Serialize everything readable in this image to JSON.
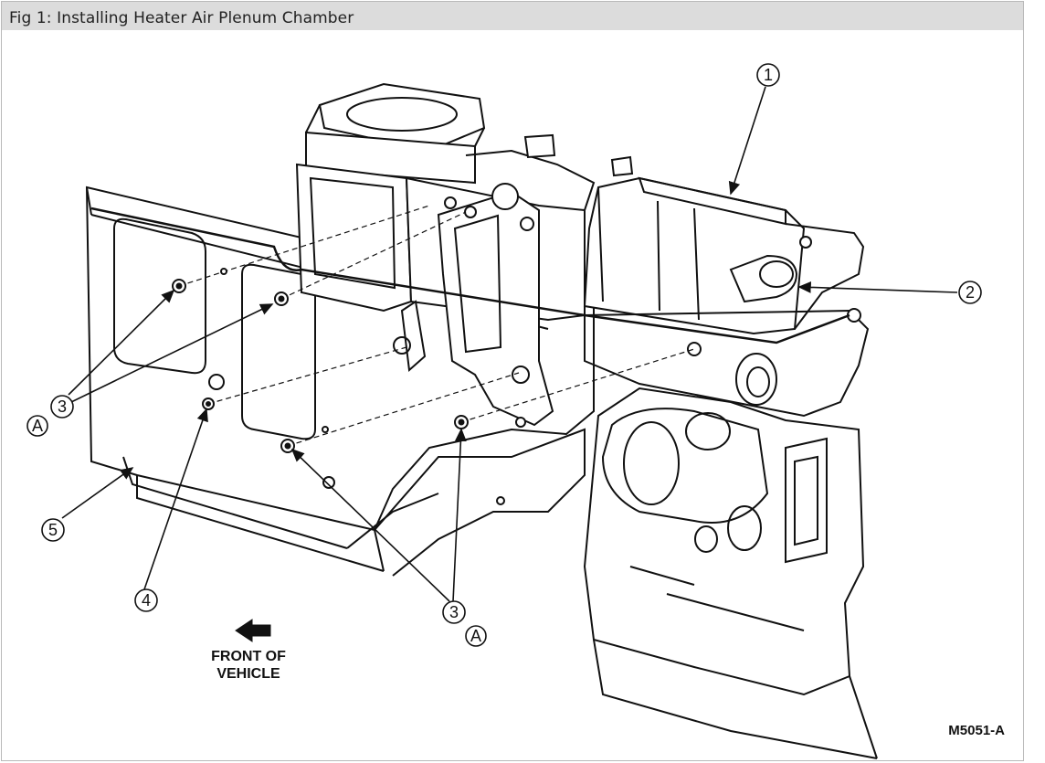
{
  "figure": {
    "caption": "Fig 1: Installing Heater Air Plenum Chamber",
    "drawing_code": "M5051-A",
    "front_label_line1": "FRONT OF",
    "front_label_line2": "VEHICLE"
  },
  "callouts": {
    "c1": "1",
    "c2": "2",
    "c3_left": "3",
    "c3_bottom": "3",
    "c4": "4",
    "c5": "5",
    "a_left": "A",
    "a_bottom": "A"
  }
}
